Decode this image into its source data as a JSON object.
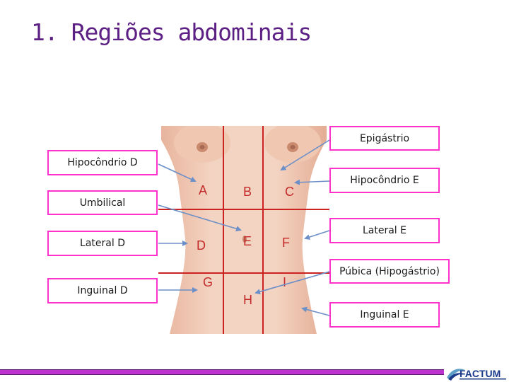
{
  "title": "1. Regiões abdominais",
  "figure": {
    "quadrant_letters": {
      "A": "A",
      "B": "B",
      "C": "C",
      "D": "D",
      "E": "E",
      "F": "F",
      "G": "G",
      "H": "H",
      "I": "I"
    }
  },
  "labels": {
    "epigastrio": "Epigástrio",
    "hipocondrio_d": "Hipocôndrio D",
    "hipocondrio_e": "Hipocôndrio E",
    "umbilical": "Umbilical",
    "lateral_d": "Lateral D",
    "lateral_e": "Lateral E",
    "pubica": "Púbica (Hipogástrio)",
    "inguinal_d": "Inguinal D",
    "inguinal_e": "Inguinal E"
  },
  "footer": {
    "logo_text": "FACTUM"
  },
  "colors": {
    "title": "#5c1f83",
    "label_border": "#ff33cc",
    "arrow": "#6b8fc8",
    "grid_line": "#cc2222",
    "letter": "#c42a2a",
    "skin": "#f1cdb9",
    "footer_bar": "#bb33cc",
    "logo_blue": "#1a3a8a"
  }
}
